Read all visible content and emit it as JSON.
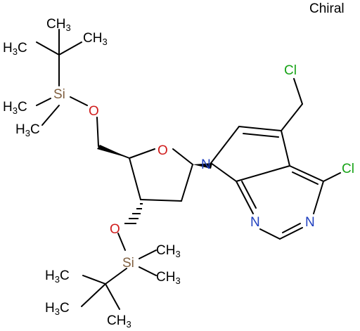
{
  "chiral_label": "Chiral",
  "colors": {
    "bond": "#000000",
    "N": "#1f3fbf",
    "O": "#d01c1c",
    "Cl": "#17a317",
    "Si": "#7f5f3f",
    "C": "#000000"
  },
  "atoms": {
    "n7": "N",
    "n1": "N",
    "n3": "N",
    "o_ring": "O",
    "o_top": "O",
    "o_bottom": "O",
    "si_top": "Si",
    "si_bottom": "Si",
    "cl_ch2": "Cl",
    "cl_ring": "Cl"
  },
  "methyl_groups": {
    "top_tbu_1": {
      "label": "CH",
      "sub": "3"
    },
    "top_tbu_2": {
      "label": "H",
      "sub": "3",
      "suffix": "C"
    },
    "top_tbu_3": {
      "label": "CH",
      "sub": "3"
    },
    "top_si_me1": {
      "label": "H",
      "sub": "3",
      "suffix": "C"
    },
    "top_si_me2": {
      "label": "H",
      "sub": "3",
      "suffix": "C"
    },
    "bot_si_me1": {
      "label": "CH",
      "sub": "3"
    },
    "bot_si_me2": {
      "label": "CH",
      "sub": "3"
    },
    "bot_tbu_1": {
      "label": "H",
      "sub": "3",
      "suffix": "C"
    },
    "bot_tbu_2": {
      "label": "H",
      "sub": "3",
      "suffix": "C"
    },
    "bot_tbu_3": {
      "label": "CH",
      "sub": "3"
    }
  }
}
